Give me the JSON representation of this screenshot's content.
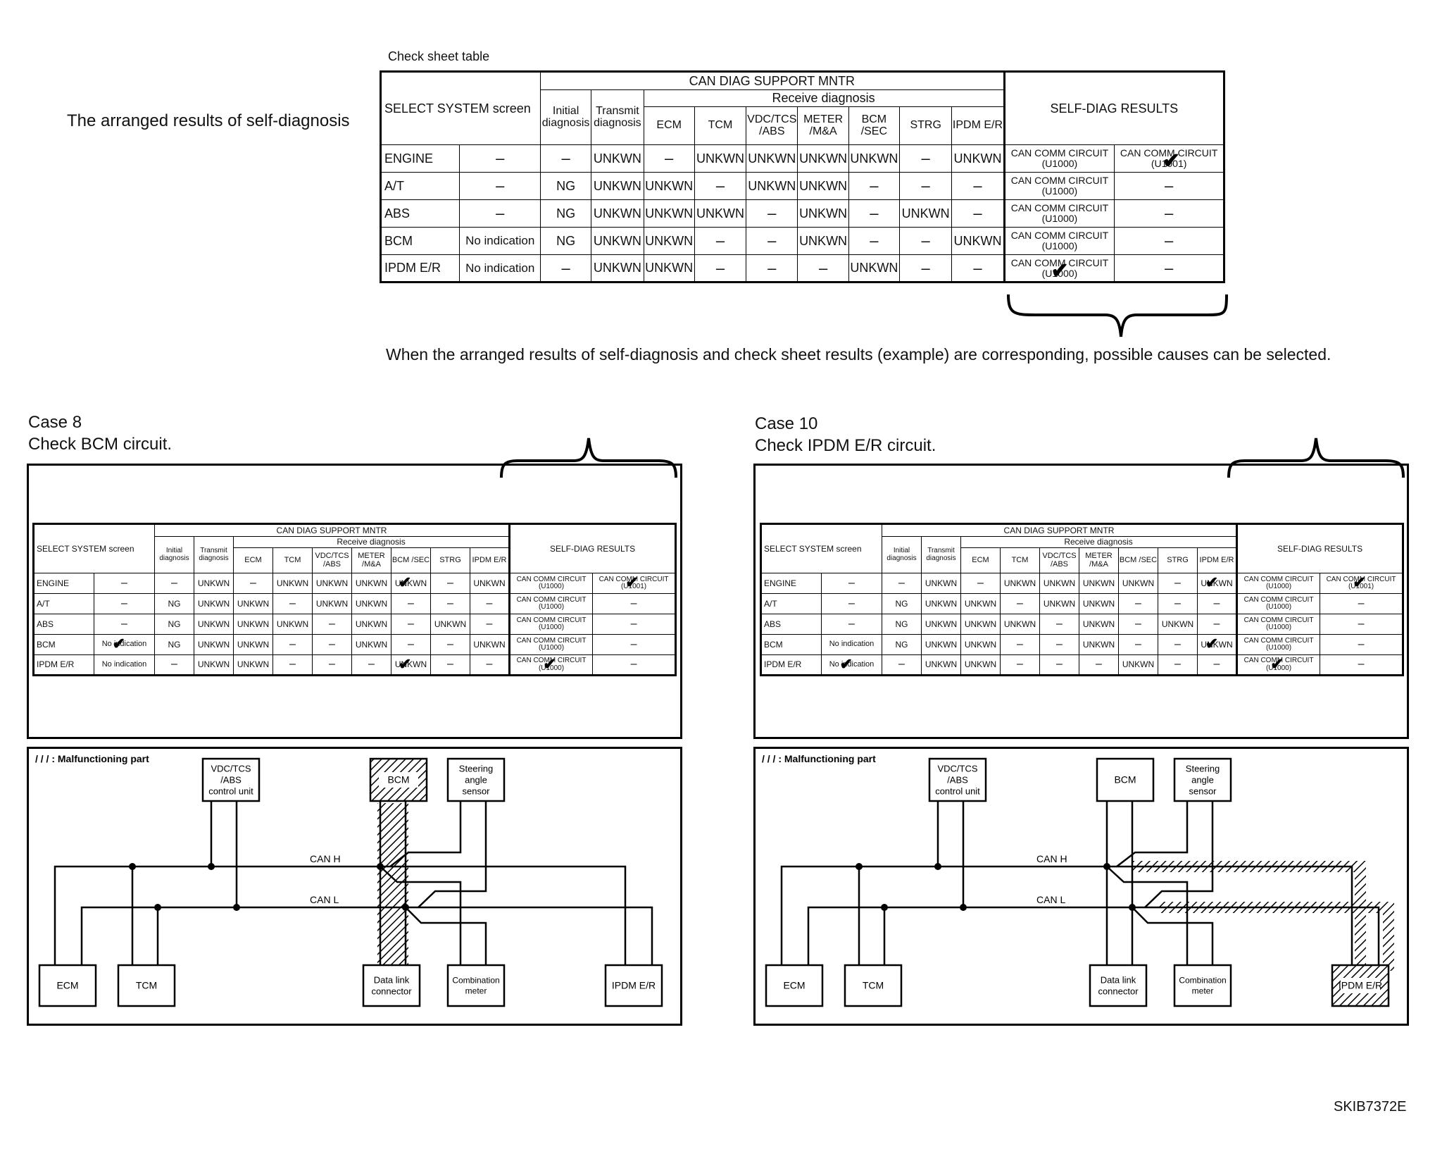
{
  "top": {
    "check_sheet_label": "Check sheet table",
    "arranged_label": "The arranged results of self-diagnosis",
    "caption": "When the arranged results of self-diagnosis and check sheet results (example) are corresponding, possible causes can be selected."
  },
  "table": {
    "select_system": "SELECT SYSTEM screen",
    "can_diag": "CAN DIAG SUPPORT MNTR",
    "receive": "Receive diagnosis",
    "initial": "Initial diagnosis",
    "transmit": "Transmit diagnosis",
    "cols": [
      "ECM",
      "TCM",
      "VDC/TCS /ABS",
      "METER /M&A",
      "BCM /SEC",
      "STRG",
      "IPDM E/R"
    ],
    "self_diag": "SELF-DIAG RESULTS",
    "dash": "–",
    "check": "✔",
    "rows": [
      {
        "name": "ENGINE",
        "sel": "–",
        "cells": [
          "–",
          "UNKWN",
          "–",
          "UNKWN",
          "UNKWN",
          "UNKWN",
          "UNKWN",
          "–",
          "UNKWN"
        ],
        "res1": "CAN COMM CIRCUIT (U1000)",
        "res2": "CAN COMM CIRCUIT (U1001)"
      },
      {
        "name": "A/T",
        "sel": "–",
        "cells": [
          "NG",
          "UNKWN",
          "UNKWN",
          "–",
          "UNKWN",
          "UNKWN",
          "–",
          "–",
          "–"
        ],
        "res1": "CAN COMM CIRCUIT (U1000)",
        "res2": "–"
      },
      {
        "name": "ABS",
        "sel": "–",
        "cells": [
          "NG",
          "UNKWN",
          "UNKWN",
          "UNKWN",
          "–",
          "UNKWN",
          "–",
          "UNKWN",
          "–"
        ],
        "res1": "CAN COMM CIRCUIT (U1000)",
        "res2": "–"
      },
      {
        "name": "BCM",
        "sel": "No indication",
        "cells": [
          "NG",
          "UNKWN",
          "UNKWN",
          "–",
          "–",
          "UNKWN",
          "–",
          "–",
          "UNKWN"
        ],
        "res1": "CAN COMM CIRCUIT (U1000)",
        "res2": "–"
      },
      {
        "name": "IPDM E/R",
        "sel": "No indication",
        "cells": [
          "–",
          "UNKWN",
          "UNKWN",
          "–",
          "–",
          "–",
          "UNKWN",
          "–",
          "–"
        ],
        "res1": "CAN COMM CIRCUIT (U1000)",
        "res2": "–"
      }
    ]
  },
  "case8": {
    "title": "Case 8",
    "subtitle": "Check BCM circuit."
  },
  "case10": {
    "title": "Case 10",
    "subtitle": "Check IPDM E/R circuit."
  },
  "diagram": {
    "legend": "/ / / : Malfunctioning part",
    "vdc": [
      "VDC/TCS",
      "/ABS",
      "control unit"
    ],
    "bcm": "BCM",
    "steering": [
      "Steering",
      "angle",
      "sensor"
    ],
    "can_h": "CAN H",
    "can_l": "CAN L",
    "ecm": "ECM",
    "tcm": "TCM",
    "dlc": [
      "Data link",
      "connector"
    ],
    "meter": [
      "Combination",
      "meter"
    ],
    "ipdm": "IPDM E/R"
  },
  "figure_id": "SKIB7372E"
}
